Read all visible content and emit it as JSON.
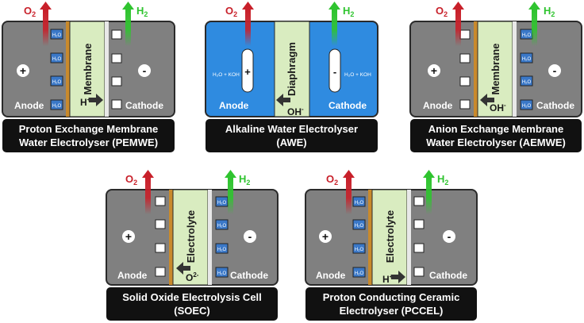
{
  "labels": {
    "o2": "O",
    "o2_sub": "2",
    "h2": "H",
    "h2_sub": "2",
    "anode": "Anode",
    "cathode": "Cathode",
    "water": "H₂O",
    "water_koh": "H₂O + KOH",
    "plus": "+",
    "minus": "-"
  },
  "cells": [
    {
      "id": "pemwe",
      "separator": "Membrane",
      "ion": "H",
      "ion_sup": "+",
      "caption_line1": "Proton Exchange Membrane",
      "caption_line2": "Water Electrolyser (PEMWE)"
    },
    {
      "id": "awe",
      "separator": "Diaphragm",
      "ion": "OH",
      "ion_sup": "-",
      "caption_line1": "Alkaline Water Electrolyser",
      "caption_line2": "(AWE)"
    },
    {
      "id": "aemwe",
      "separator": "Membrane",
      "ion": "OH",
      "ion_sup": "-",
      "caption_line1": "Anion Exchange Membrane",
      "caption_line2": "Water Electrolyser (AEMWE)"
    },
    {
      "id": "soec",
      "separator": "Electrolyte",
      "ion": "O",
      "ion_sup": "2-",
      "caption_line1": "Solid Oxide Electrolysis Cell",
      "caption_line2": "(SOEC)"
    },
    {
      "id": "pccel",
      "separator": "Electrolyte",
      "ion": "H",
      "ion_sup": "+",
      "caption_line1": "Proton Conducting Ceramic",
      "caption_line2": "Electrolyser (PCCEL)"
    }
  ],
  "colors": {
    "cell_body": "#808080",
    "alkaline_body": "#2f8be0",
    "separator": "#d9ecc0",
    "electrode": "#c98a2c",
    "o2_arrow": "#c8202a",
    "h2_arrow": "#2fc42f",
    "water_box": "#3a78c8",
    "caption_bg": "#111111"
  }
}
